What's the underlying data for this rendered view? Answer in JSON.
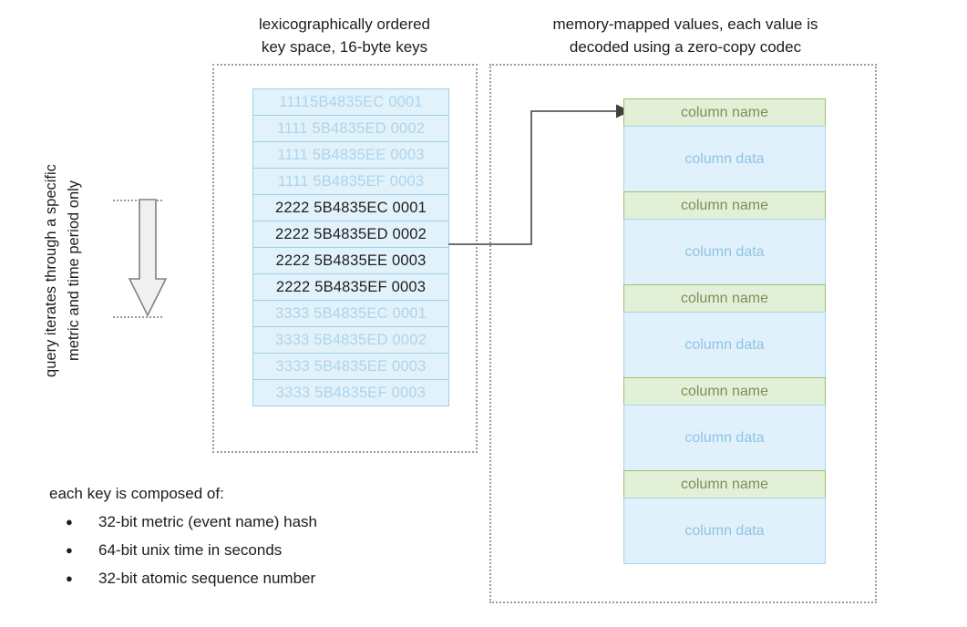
{
  "captions": {
    "keyspace": "lexicographically ordered\nkey space, 16-byte keys",
    "values": "memory-mapped values, each value is\ndecoded using a zero-copy codec"
  },
  "query_label": "query iterates through a specific\nmetric and time period only",
  "key_table": {
    "rows": [
      {
        "text": "11115B4835EC 0001",
        "emphasis": "dim"
      },
      {
        "text": "1111 5B4835ED 0002",
        "emphasis": "dim"
      },
      {
        "text": "1111 5B4835EE 0003",
        "emphasis": "dim"
      },
      {
        "text": "1111 5B4835EF 0003",
        "emphasis": "dim"
      },
      {
        "text": "2222 5B4835EC 0001",
        "emphasis": "bold"
      },
      {
        "text": "2222 5B4835ED 0002",
        "emphasis": "bold"
      },
      {
        "text": "2222 5B4835EE 0003",
        "emphasis": "bold"
      },
      {
        "text": "2222 5B4835EF 0003",
        "emphasis": "bold"
      },
      {
        "text": "3333 5B4835EC 0001",
        "emphasis": "dim"
      },
      {
        "text": "3333 5B4835ED 0002",
        "emphasis": "dim"
      },
      {
        "text": "3333 5B4835EE 0003",
        "emphasis": "dim"
      },
      {
        "text": "3333 5B4835EF 0003",
        "emphasis": "dim"
      }
    ]
  },
  "value_blocks": [
    {
      "label": "column name",
      "kind": "name"
    },
    {
      "label": "column data",
      "kind": "data"
    },
    {
      "label": "column name",
      "kind": "name"
    },
    {
      "label": "column data",
      "kind": "data"
    },
    {
      "label": "column name",
      "kind": "name"
    },
    {
      "label": "column data",
      "kind": "data"
    },
    {
      "label": "column name",
      "kind": "name"
    },
    {
      "label": "column data",
      "kind": "data"
    },
    {
      "label": "column name",
      "kind": "name"
    },
    {
      "label": "column data",
      "kind": "data"
    }
  ],
  "notes": {
    "title": "each key is composed of:",
    "items": [
      "32-bit metric (event name) hash",
      "64-bit unix time in seconds",
      "32-bit atomic sequence number"
    ]
  },
  "colors": {
    "key_fill": "#e2f2fb",
    "key_border": "#9fcfe8",
    "key_text_dim": "#aed4ea",
    "key_text_bold": "#1e1e1e",
    "name_fill": "#e3f0d8",
    "name_border": "#9cc069",
    "name_text": "#7d8f56",
    "data_fill": "#e0f1fb",
    "data_border": "#a6d4ec",
    "data_text": "#8fc4e4",
    "arrow_fill": "#f0f0f0",
    "arrow_stroke": "#808080",
    "connector": "#595959",
    "dotted_border": "#9a9a9a"
  }
}
